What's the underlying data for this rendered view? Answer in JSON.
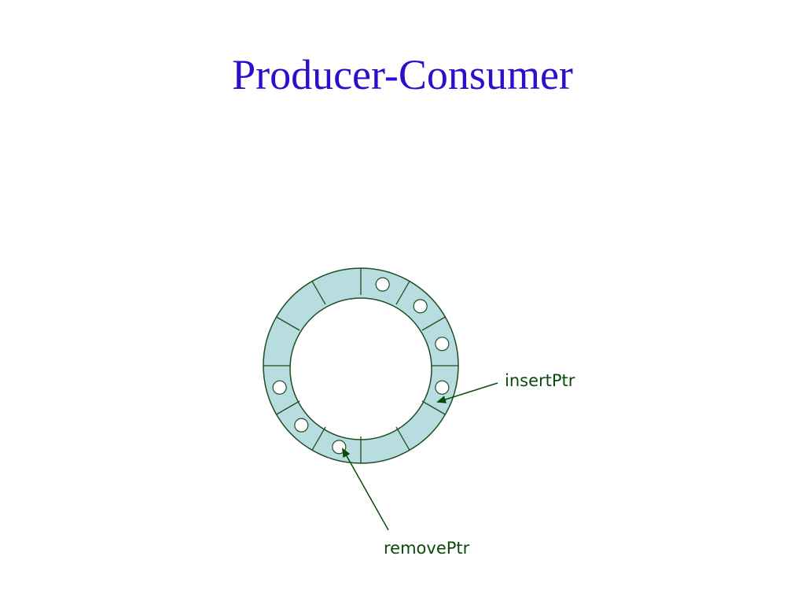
{
  "slide": {
    "title": "Producer-Consumer"
  },
  "diagram": {
    "slot_count": 12,
    "filled_slots": [
      0,
      1,
      2,
      3,
      6,
      7,
      8
    ],
    "colors": {
      "ring_fill": "#b8dde0",
      "ring_stroke": "#1f4d1f",
      "arrow": "#0a4a0a",
      "title": "#2a0fcc"
    },
    "pointers": [
      {
        "name": "insertPtr",
        "label": "insertPtr"
      },
      {
        "name": "removePtr",
        "label": "removePtr"
      }
    ]
  }
}
